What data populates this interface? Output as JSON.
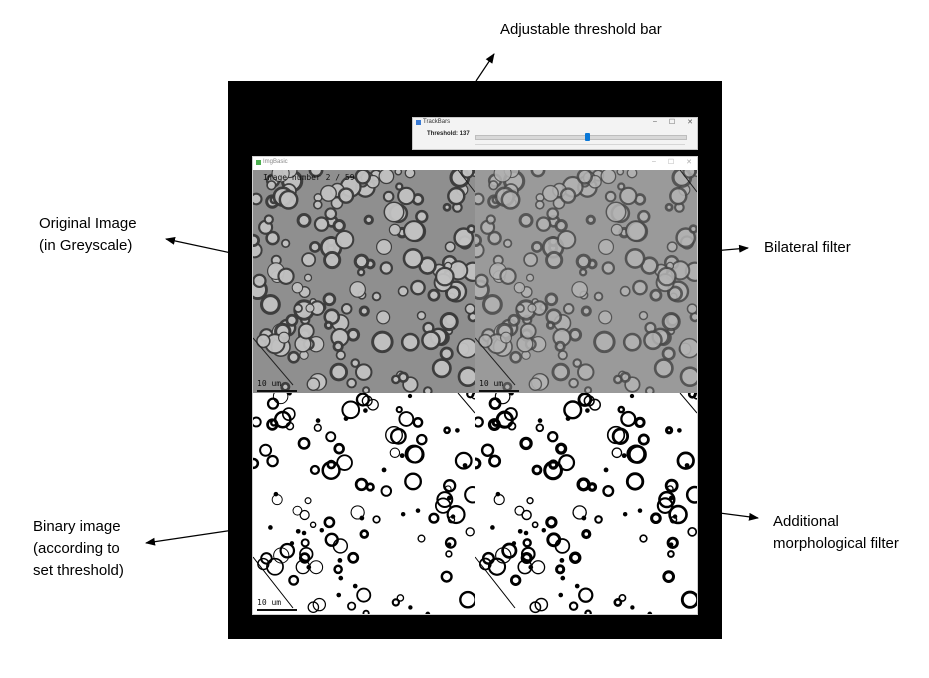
{
  "annotations": {
    "threshold_bar": "Adjustable threshold bar",
    "original_line1": "Original Image",
    "original_line2": "(in Greyscale)",
    "bilateral": "Bilateral filter",
    "binary_line1": "Binary image",
    "binary_line2": "(according to",
    "binary_line3": "set threshold)",
    "morph_line1": "Additional",
    "morph_line2": "morphological filter"
  },
  "trackbar_window": {
    "title": "TrackBars",
    "label": "Threshold: 137",
    "value": 137,
    "max": 255,
    "icon": "app-icon"
  },
  "image_window": {
    "title": "ImgBasic",
    "caption": "Image number 2 / 59",
    "scale_label": "10 um"
  },
  "window_controls": {
    "minimize": "–",
    "maximize": "☐",
    "close": "✕"
  },
  "colors": {
    "frame": "#000000",
    "slider_thumb": "#0a78d7"
  }
}
